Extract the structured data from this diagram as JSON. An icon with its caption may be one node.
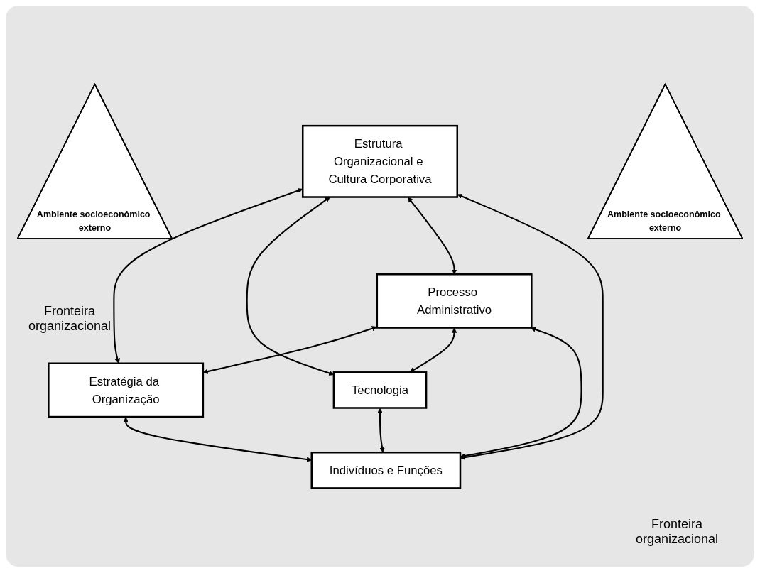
{
  "diagram": {
    "nodes": [
      {
        "text": [
          "Estrutura Organizacional e Cultura Corporativa"
        ]
      },
      {
        "text": [
          "Estratégia da Organização"
        ]
      },
      {
        "text": [
          "Processo Administrativo"
        ]
      },
      {
        "text": [
          "Tecnologia"
        ]
      },
      {
        "text": [
          "Indivíduos e Funções"
        ]
      },
      {
        "text": [
          "Ambiente socioeconômico externo"
        ]
      },
      {
        "text": [
          "Ambiente socioeconômico externo"
        ]
      }
    ],
    "edges": [
      {
        "from": 0,
        "to": 1,
        "arrow": "both"
      },
      {
        "from": 0,
        "to": 3,
        "arrow": "both"
      },
      {
        "from": 0,
        "to": 2,
        "arrow": "both"
      },
      {
        "from": 0,
        "to": 4,
        "arrow": "both"
      },
      {
        "from": 2,
        "to": 1,
        "arrow": "both"
      },
      {
        "from": 2,
        "to": 3,
        "arrow": "both"
      },
      {
        "from": 2,
        "to": 4,
        "arrow": "both"
      },
      {
        "from": 1,
        "to": 4,
        "arrow": "both"
      },
      {
        "from": 3,
        "to": 4,
        "arrow": "both"
      }
    ],
    "labels": [
      "Fronteira organizacional",
      "Fronteira organizacional"
    ]
  }
}
